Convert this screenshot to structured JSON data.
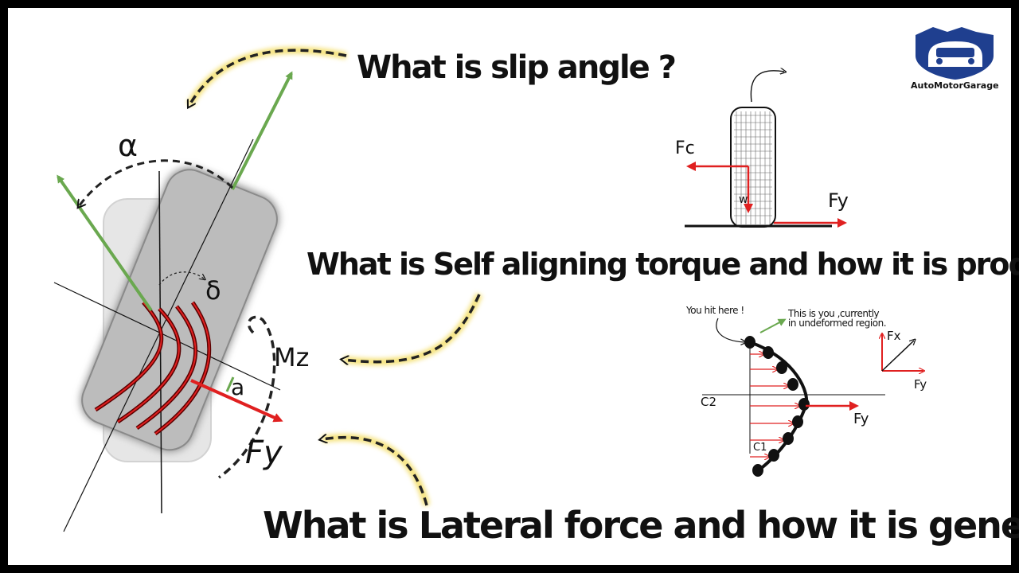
{
  "questions": {
    "slip_angle": "What is slip angle ?",
    "self_aligning": "What is Self aligning torque and how it is produced ?",
    "lateral_force": "What is Lateral force and how it is generated ?"
  },
  "tyre_diagram": {
    "alpha": "α",
    "delta": "δ",
    "mz": "Mz",
    "a": "a",
    "fy": "Fy"
  },
  "wheel_diagram": {
    "fc": "Fc",
    "w": "w",
    "fy": "Fy"
  },
  "contact_diagram": {
    "you_hit_here": "You hit here !",
    "this_is_you_line1": "This is you ,currently",
    "this_is_you_line2": "in undeformed region.",
    "c2": "C2",
    "c1": "C1",
    "fy": "Fy",
    "fx_axis": "Fx",
    "fy_axis": "Fy"
  },
  "logo": {
    "brand_name": "AutoMotorGarage"
  },
  "colors": {
    "arrow_green": "#6aa84f",
    "force_red": "#e02020",
    "highlight_yellow": "#f5e27a",
    "logo_blue": "#1f3f8f"
  }
}
